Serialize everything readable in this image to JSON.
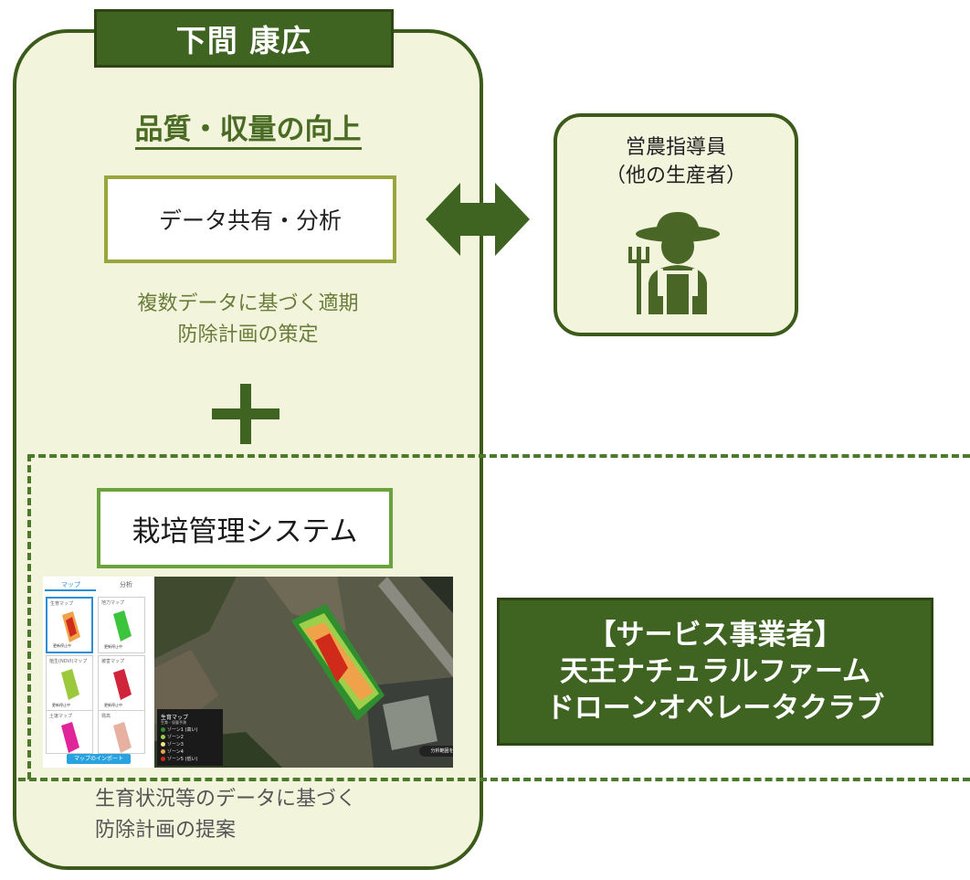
{
  "name_tab": "下間 康広",
  "quality_title": "品質・収量の向上",
  "data_share_label": "データ共有・分析",
  "pest_plan_1": {
    "line1": "複数データに基づく適期",
    "line2": "防除計画の策定"
  },
  "system_label": "栽培管理システム",
  "pest_plan_2": {
    "line1": "生育状況等のデータに基づく",
    "line2": "防除計画の提案"
  },
  "advisor": {
    "line1": "営農指導員",
    "line2": "（他の生産者）"
  },
  "service": {
    "line1": "【サービス事業者】",
    "line2": "天王ナチュラルファーム",
    "line3": "ドローンオペレータクラブ"
  },
  "screenshot": {
    "tabs": [
      "マップ",
      "分析"
    ],
    "cards": [
      {
        "label": "生育マップ",
        "status": "更新停止中",
        "selected": true
      },
      {
        "label": "地力マップ",
        "status": "更新停止中",
        "selected": false
      },
      {
        "label": "植生(NDVI)マップ",
        "status": "更新停止中",
        "selected": false
      },
      {
        "label": "被害マップ",
        "status": "更新停止中",
        "selected": false
      },
      {
        "label": "土壌マップ",
        "status": "",
        "selected": false
      },
      {
        "label": "標高",
        "status": "",
        "selected": false
      }
    ],
    "import_button": "マップのインポート",
    "legend": {
      "title": "生育マップ",
      "subtitle": "生育・収量予測",
      "rows": [
        {
          "label": "ゾーン1 (高い)",
          "color": "#2f8f2f"
        },
        {
          "label": "ゾーン2",
          "color": "#9ccf4a"
        },
        {
          "label": "ゾーン3",
          "color": "#f2e48a"
        },
        {
          "label": "ゾーン4",
          "color": "#f0a24a"
        },
        {
          "label": "ゾーン5 (低い)",
          "color": "#d02a1a"
        }
      ]
    },
    "area_button": "分析範囲を指定"
  },
  "colors": {
    "dark_green": "#3f6320",
    "panel_bg": "#f2f5dc",
    "olive": "#9aa53c",
    "dash": "#4a7a2a"
  }
}
